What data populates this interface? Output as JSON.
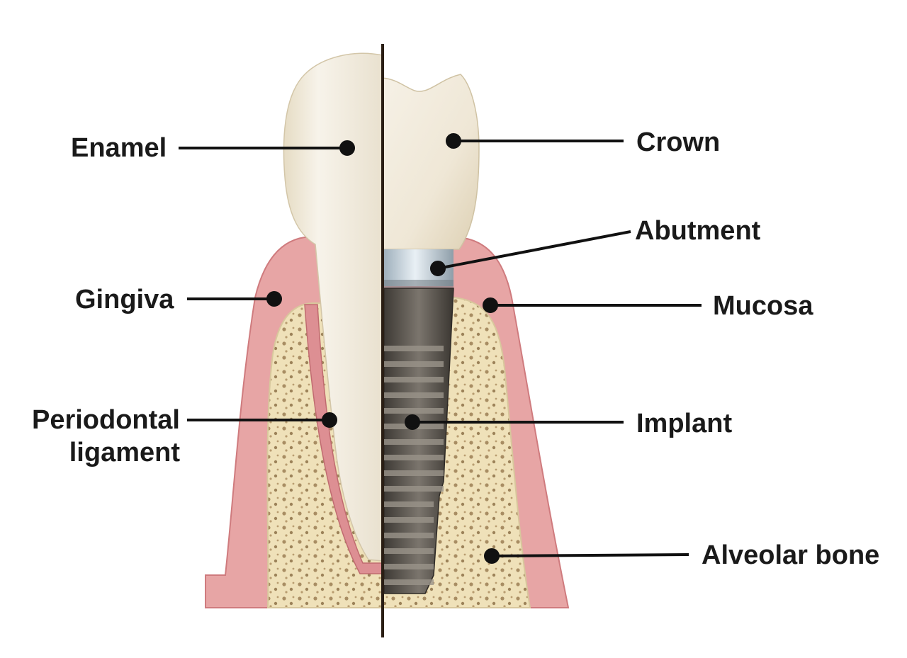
{
  "labels": {
    "enamel": "Enamel",
    "gingiva": "Gingiva",
    "periodontal_line1": "Periodontal",
    "periodontal_line2": "ligament",
    "crown": "Crown",
    "abutment": "Abutment",
    "mucosa": "Mucosa",
    "implant": "Implant",
    "alveolar_bone": "Alveolar bone"
  },
  "colors": {
    "gum": "#e7a5a5",
    "gum_dark": "#cf7b7e",
    "bone": "#efe1b9",
    "bone_pore": "#a88d63",
    "tooth": "#f3eee1",
    "tooth_shadow": "#d9cdb1",
    "abutment": "#c3d0d9",
    "implant": "#5a554f",
    "implant_light": "#8a847c",
    "line": "#111111",
    "divider": "#2a1e14"
  }
}
